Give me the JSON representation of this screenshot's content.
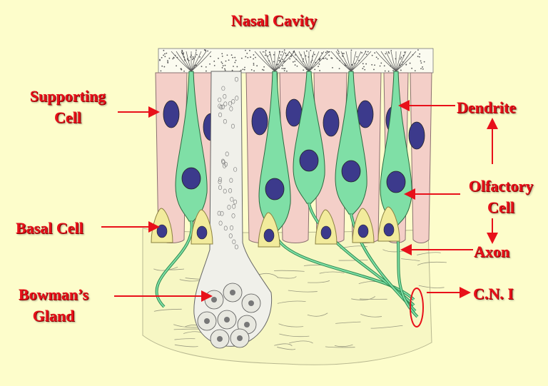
{
  "title": "Nasal Cavity",
  "labels": {
    "supporting_cell": [
      "Supporting",
      "Cell"
    ],
    "basal_cell": "Basal Cell",
    "bowmans_gland": [
      "Bowman’s",
      "Gland"
    ],
    "dendrite": "Dendrite",
    "olfactory_cell": [
      "Olfactory",
      "Cell"
    ],
    "axon": "Axon",
    "cn_one": "C.N. I"
  },
  "colors": {
    "background": "#fdfdcb",
    "label": "#e8101a",
    "supporting_cell": "#f4cfc8",
    "olfactory_cell": "#7fdfa6",
    "nucleus": "#3c3a8c",
    "basal_cell": "#f2eb9c",
    "connective_tissue": "#f7f7c4"
  }
}
